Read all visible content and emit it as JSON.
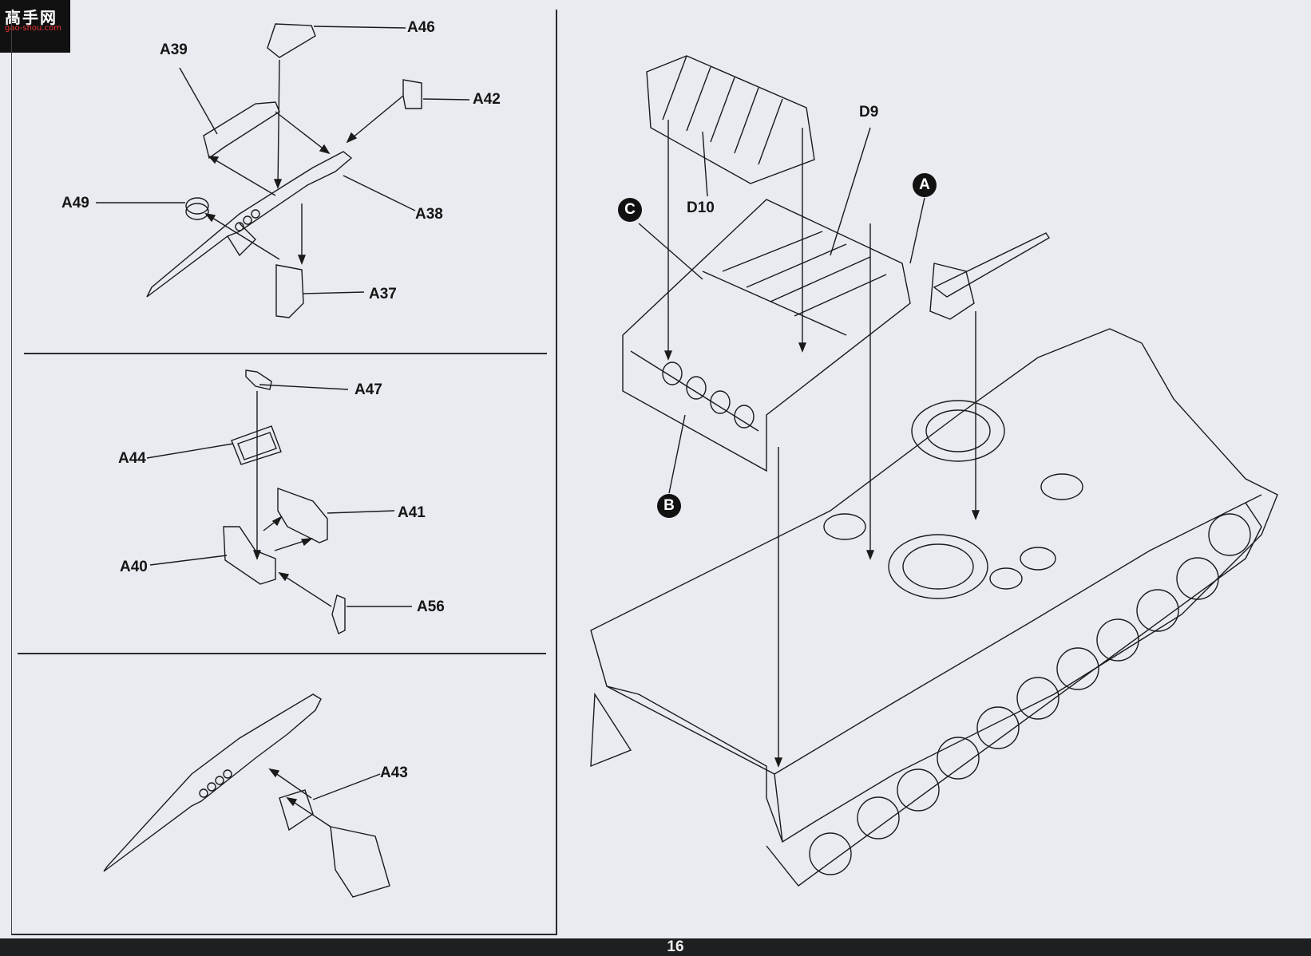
{
  "watermark": {
    "name": "高手网",
    "url": "gao-shou.com"
  },
  "step1": {
    "callouts": [
      "A46",
      "A39",
      "A42",
      "A49",
      "A38",
      "A37"
    ]
  },
  "step2": {
    "callouts": [
      "A47",
      "A44",
      "A41",
      "A40",
      "A56"
    ]
  },
  "step3": {
    "callouts": [
      "A43"
    ]
  },
  "main": {
    "callouts": [
      "D9",
      "D10"
    ],
    "markers": [
      "A",
      "C",
      "B"
    ]
  },
  "page_number": "16"
}
